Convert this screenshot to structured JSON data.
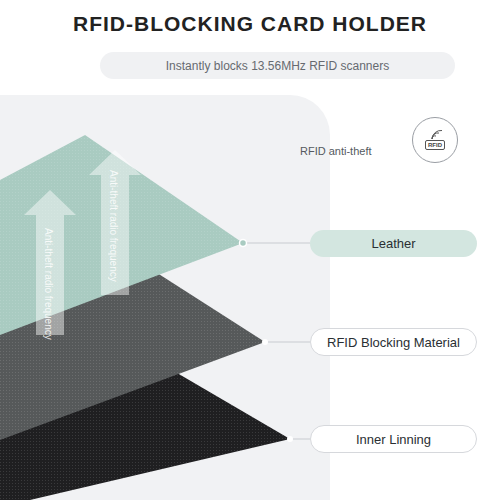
{
  "diagram": {
    "title": "RFID-BLOCKING CARD HOLDER",
    "nodes": [
      {
        "text": [
          "Instantly blocks 13.56MHz RFID scanners"
        ]
      },
      {
        "text": [
          "RFID"
        ]
      },
      {
        "text": [
          "Leather"
        ]
      },
      {
        "text": [
          "RFID Blocking Material"
        ]
      },
      {
        "text": [
          "Inner Linning"
        ]
      }
    ],
    "labels": [
      "RFID anti-theft",
      "Anti-theft radio frequency",
      "Anti-theft radio frequency"
    ]
  }
}
